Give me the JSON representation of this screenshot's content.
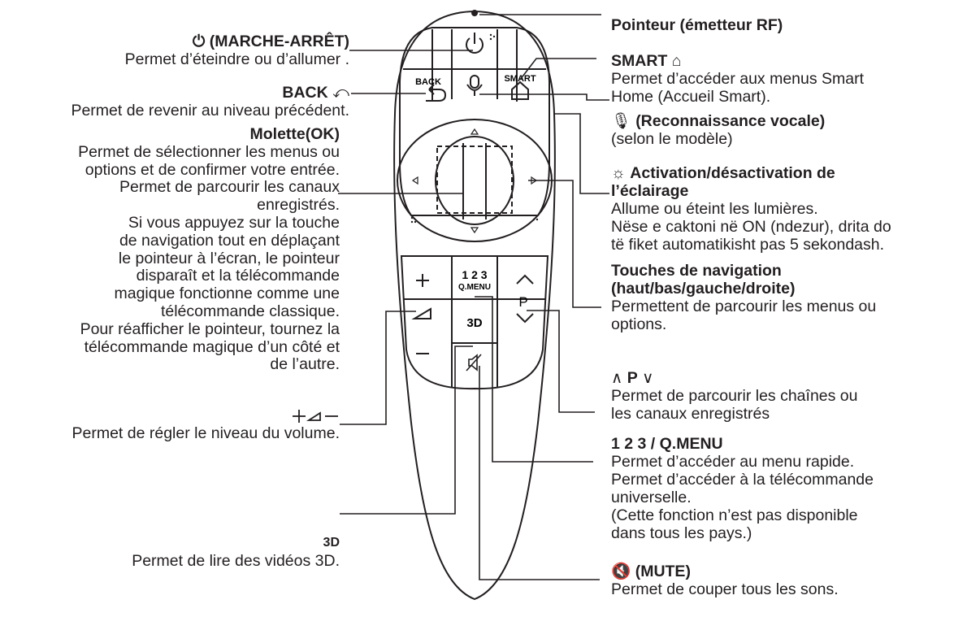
{
  "left_labels": {
    "power": {
      "icon": "power-icon",
      "title": "(MARCHE-ARRÊT)",
      "desc": [
        "Permet d’éteindre ou d’allumer ."
      ]
    },
    "back": {
      "title": "BACK",
      "icon": "back-arrow-icon",
      "desc": [
        "Permet de revenir au niveau précédent."
      ]
    },
    "wheel": {
      "title": "Molette(OK)",
      "desc": [
        "Permet de sélectionner les menus ou",
        "options et de confirmer votre entrée.",
        "Permet de parcourir les canaux",
        "enregistrés.",
        "Si vous appuyez sur la touche",
        "de navigation tout en déplaçant",
        "le pointeur à l’écran, le pointeur",
        "disparaît et la télécommande",
        "magique fonctionne comme une",
        "télécommande classique.",
        "Pour réafficher le pointeur, tournez la",
        "télécommande magique d’un côté et",
        "de l’autre."
      ]
    },
    "volume": {
      "icon": "volume-icons",
      "desc": [
        "Permet de régler le niveau du volume."
      ]
    },
    "threed": {
      "icon": "3d-icon",
      "desc": [
        "Permet de lire des vidéos 3D."
      ]
    }
  },
  "right_labels": {
    "pointer": {
      "title": "Pointeur (émetteur RF)"
    },
    "smart": {
      "title": "SMART",
      "icon": "home-icon",
      "desc": [
        "Permet d’accéder aux menus Smart",
        "Home (Accueil Smart)."
      ]
    },
    "voice": {
      "icon": "microphone-icon",
      "title": "(Reconnaissance vocale)",
      "desc": [
        "(selon le modèle)"
      ]
    },
    "light": {
      "icon": "light-bulb-icon",
      "title": [
        "Activation/désactivation de",
        "l’éclairage"
      ],
      "desc": [
        "Allume ou éteint les lumières.",
        "Nëse e caktoni në ON (ndezur), drita do",
        "të fiket automatikisht pas 5 sekondash."
      ]
    },
    "nav": {
      "title": [
        "Touches de navigation",
        "(haut/bas/gauche/droite)"
      ],
      "desc": [
        "Permettent de parcourir les menus ou",
        "options."
      ]
    },
    "channel": {
      "title": "P",
      "icon": "channel-up-down-icons",
      "desc": [
        "Permet de parcourir les chaînes ou",
        "les canaux enregistrés"
      ]
    },
    "qmenu": {
      "title": "/ Q.MENU",
      "icon": "123-icon",
      "desc": [
        "Permet d’accéder au menu rapide.",
        "Permet d’accéder à la télécommande",
        "universelle.",
        "(Cette fonction n’est pas disponible",
        "dans tous les pays.)"
      ]
    },
    "mute": {
      "icon": "mute-icon",
      "title": "(MUTE)",
      "desc": [
        "Permet de couper tous les sons."
      ]
    }
  },
  "remote": {
    "back_label": "BACK",
    "smart_label": "SMART",
    "num_label": "1 2 3",
    "qmenu_label": "Q.MENU",
    "p_label": "P",
    "threed_label": "3D"
  }
}
